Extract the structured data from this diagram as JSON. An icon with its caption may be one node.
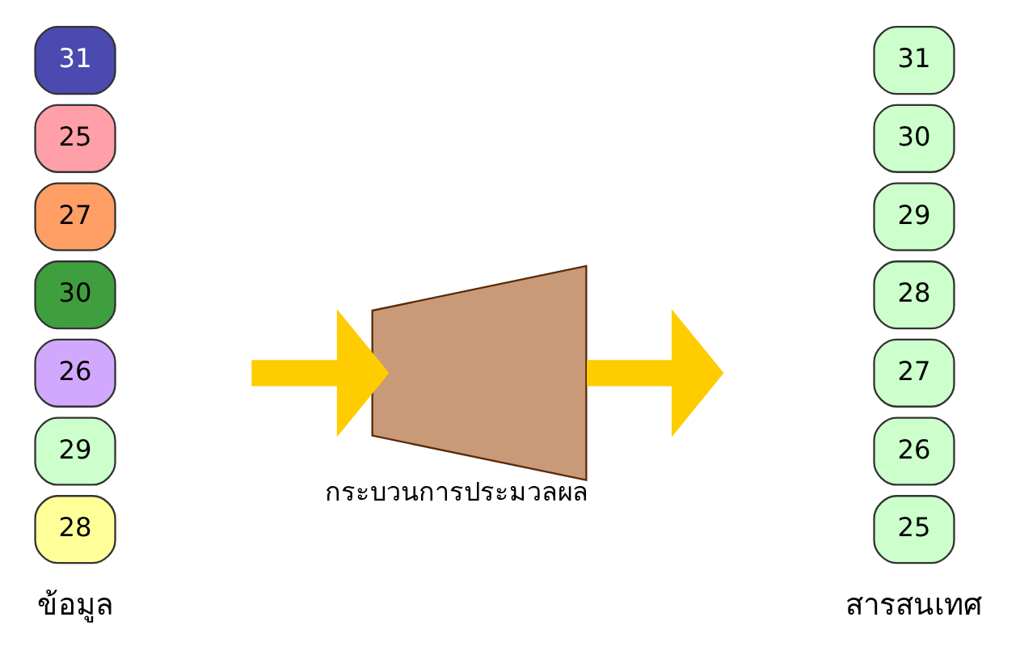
{
  "diagram": {
    "nodes": [
      {
        "text": [
          "31"
        ]
      },
      {
        "text": [
          "25"
        ]
      },
      {
        "text": [
          "27"
        ]
      },
      {
        "text": [
          "30"
        ]
      },
      {
        "text": [
          "26"
        ]
      },
      {
        "text": [
          "29"
        ]
      },
      {
        "text": [
          "28"
        ]
      },
      {
        "text": [],
        "shape": "trapezium",
        "beside": [
          "กระบวนการประมวลผล"
        ]
      },
      {
        "text": [
          "31"
        ]
      },
      {
        "text": [
          "30"
        ]
      },
      {
        "text": [
          "29"
        ]
      },
      {
        "text": [
          "28"
        ]
      },
      {
        "text": [
          "27"
        ]
      },
      {
        "text": [
          "26"
        ]
      },
      {
        "text": [
          "25"
        ]
      }
    ],
    "edges": [
      {
        "from": null,
        "to": 7,
        "arrow": "to"
      },
      {
        "from": 7,
        "to": null,
        "arrow": "to"
      }
    ],
    "labels": [
      "ข้อมูล",
      "สารสนเทศ"
    ]
  }
}
